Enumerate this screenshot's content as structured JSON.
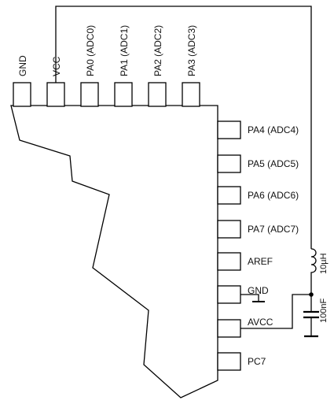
{
  "top_pins": [
    {
      "id": "gnd",
      "label": "GND"
    },
    {
      "id": "vcc",
      "label": "VCC"
    },
    {
      "id": "pa0",
      "label": "PA0 (ADC0)"
    },
    {
      "id": "pa1",
      "label": "PA1 (ADC1)"
    },
    {
      "id": "pa2",
      "label": "PA2 (ADC2)"
    },
    {
      "id": "pa3",
      "label": "PA3 (ADC3)"
    }
  ],
  "right_pins": [
    {
      "id": "pa4",
      "label": "PA4 (ADC4)"
    },
    {
      "id": "pa5",
      "label": "PA5 (ADC5)"
    },
    {
      "id": "pa6",
      "label": "PA6 (ADC6)"
    },
    {
      "id": "pa7",
      "label": "PA7 (ADC7)"
    },
    {
      "id": "aref",
      "label": "AREF"
    },
    {
      "id": "gnd2",
      "label": "GND"
    },
    {
      "id": "avcc",
      "label": "AVCC"
    },
    {
      "id": "pc7",
      "label": "PC7"
    }
  ],
  "components": {
    "inductor": {
      "value": "10µH"
    },
    "capacitor": {
      "value": "100nF"
    }
  }
}
